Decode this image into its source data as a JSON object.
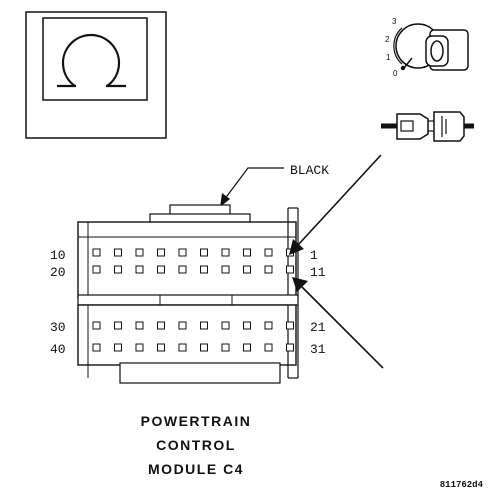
{
  "diagram": {
    "wire_color_label": "BLACK",
    "pin_labels": {
      "row1_left": "10",
      "row1_right": "1",
      "row2_left": "20",
      "row2_right": "11",
      "row3_left": "30",
      "row3_right": "21",
      "row4_left": "40",
      "row4_right": "31"
    },
    "title_lines": [
      "POWERTRAIN",
      "CONTROL",
      "MODULE C4"
    ],
    "ignition_positions": [
      "3",
      "2",
      "1",
      "0"
    ],
    "figure_code": "811762d4",
    "icons": [
      "ohmmeter-symbol-icon",
      "ignition-key-icon",
      "connector-plug-icon",
      "pointer-arrow-icon"
    ]
  }
}
